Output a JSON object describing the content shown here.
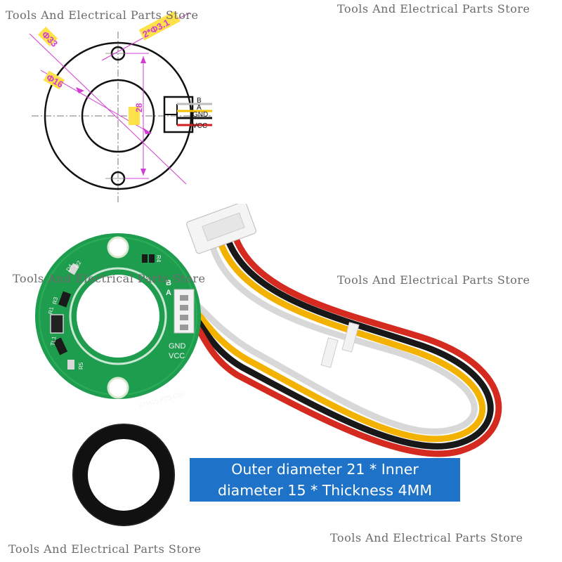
{
  "watermark": {
    "text": "Tools And Electrical Parts Store"
  },
  "drawing": {
    "dim_outer": "Φ33",
    "dim_inner": "Φ16",
    "dim_holes": "2*Φ3.1",
    "dim_spacing": "28",
    "pins": [
      "B",
      "A",
      "GND",
      "VCC"
    ],
    "wire_colors": [
      "#bdbdbd",
      "#f2c200",
      "#111111",
      "#d22020"
    ]
  },
  "pcb": {
    "pin_labels": [
      "B",
      "A",
      "GND",
      "VCC"
    ],
    "model": "STM15-P25-(28)",
    "refs": [
      "D4",
      "R2",
      "R4",
      "R1",
      "R3",
      "R5",
      "TL1"
    ],
    "board_color": "#1f9d4f"
  },
  "magnet_ring": {
    "color": "#111111"
  },
  "banner": {
    "line1": "Outer diameter 21 * Inner",
    "line2": "diameter 15 * Thickness 4MM",
    "bg_color": "#1e73c8"
  }
}
